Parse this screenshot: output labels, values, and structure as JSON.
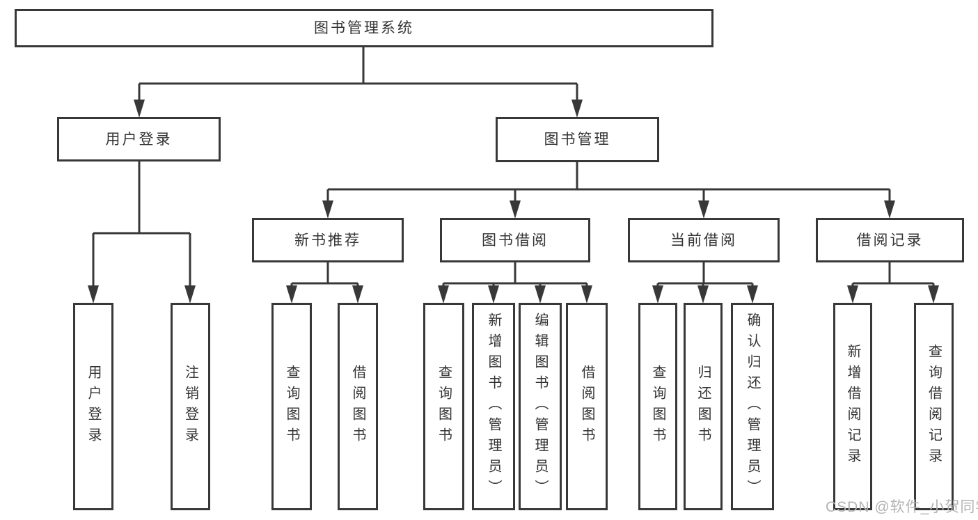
{
  "diagram": {
    "root": {
      "label": "图书管理系统"
    },
    "level2": {
      "user_login": {
        "label": "用户登录"
      },
      "book_management": {
        "label": "图书管理"
      }
    },
    "level3": {
      "new_book_recommend": {
        "label": "新书推荐"
      },
      "book_borrowing": {
        "label": "图书借阅"
      },
      "current_borrowing": {
        "label": "当前借阅"
      },
      "borrowing_records": {
        "label": "借阅记录"
      }
    },
    "leaves": {
      "user_login": {
        "label": "用户登录"
      },
      "logout": {
        "label": "注销登录"
      },
      "recommend_query_book": {
        "label": "查询图书"
      },
      "recommend_borrow_book": {
        "label": "借阅图书"
      },
      "borrowing_query_book": {
        "label": "查询图书"
      },
      "borrowing_add_book": {
        "label": "新增图书（管理员）"
      },
      "borrowing_edit_book": {
        "label": "编辑图书（管理员）"
      },
      "borrowing_borrow_book": {
        "label": "借阅图书"
      },
      "current_query_book": {
        "label": "查询图书"
      },
      "current_return_book": {
        "label": "归还图书"
      },
      "current_confirm_return": {
        "label": "确认归还（管理员）"
      },
      "records_add_record": {
        "label": "新增借阅记录"
      },
      "records_query_record": {
        "label": "查询借阅记录"
      }
    }
  },
  "watermark": {
    "text": "CSDN @软件_小贺同学"
  },
  "colors": {
    "line": "#383838",
    "box_border": "#383838",
    "text": "#333333",
    "watermark": "#b3b3b3",
    "background": "#ffffff"
  }
}
